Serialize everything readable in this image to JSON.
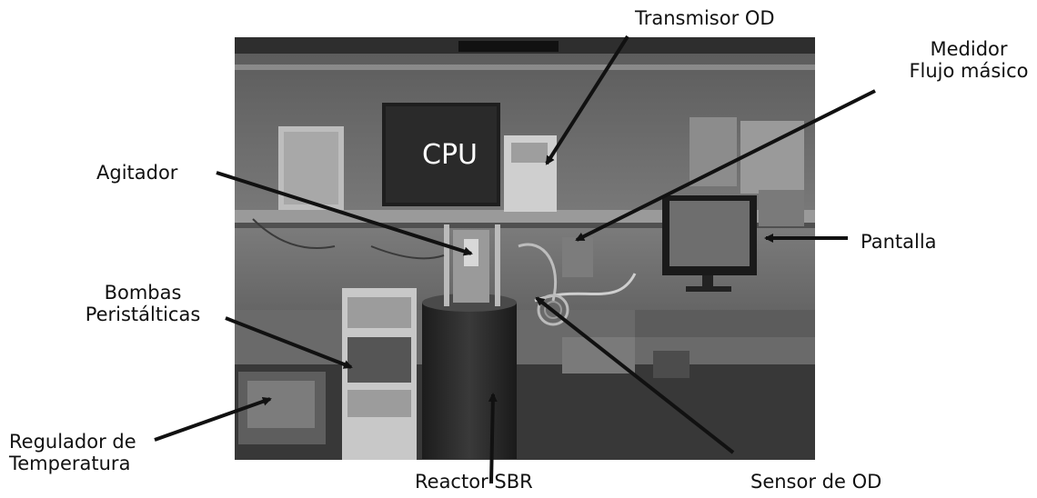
{
  "photo": {
    "screen_label": "CPU"
  },
  "labels": {
    "transmisor": "Transmisor OD",
    "medidor_line1": "Medidor",
    "medidor_line2": "Flujo másico",
    "agitador": "Agitador",
    "pantalla": "Pantalla",
    "bombas_line1": "Bombas",
    "bombas_line2": "Peristálticas",
    "regulador_line1": "Regulador de",
    "regulador_line2": "Temperatura",
    "reactor": "Reactor SBR",
    "sensor": "Sensor de OD"
  },
  "colors": {
    "text": "#111111",
    "arrow": "#111111",
    "photo_dark": "#3c3c3c"
  }
}
